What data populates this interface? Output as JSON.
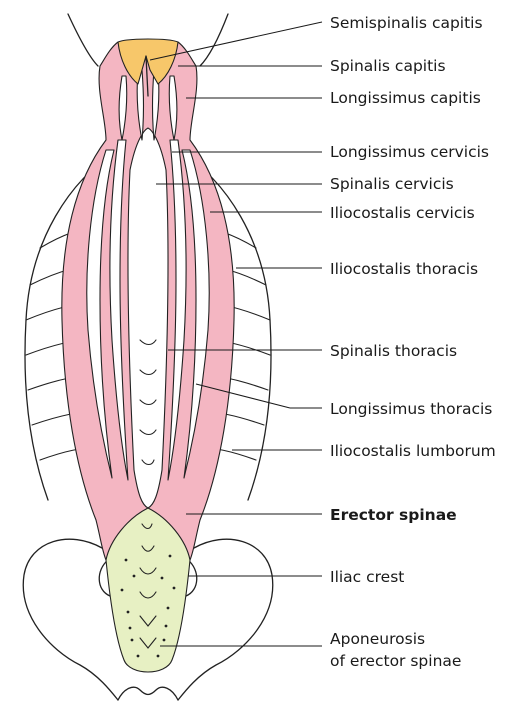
{
  "labels": {
    "semispinalis_capitis": "Semispinalis capitis",
    "spinalis_capitis": "Spinalis capitis",
    "longissimus_capitis": "Longissimus capitis",
    "longissimus_cervicis": "Longissimus cervicis",
    "spinalis_cervicis": "Spinalis cervicis",
    "iliocostalis_cervicis": "Iliocostalis cervicis",
    "iliocostalis_thoracis": "Iliocostalis thoracis",
    "spinalis_thoracis": "Spinalis thoracis",
    "longissimus_thoracis": "Longissimus thoracis",
    "iliocostalis_lumborum": "Iliocostalis lumborum",
    "erector_spinae": "Erector spinae",
    "iliac_crest": "Iliac crest",
    "aponeurosis_line1": "Aponeurosis",
    "aponeurosis_line2": "of erector spinae"
  },
  "colors": {
    "muscle": "#f4b6c2",
    "semispinalis": "#f7c76a",
    "aponeurosis": "#e7f0c3",
    "outline": "#222222"
  }
}
